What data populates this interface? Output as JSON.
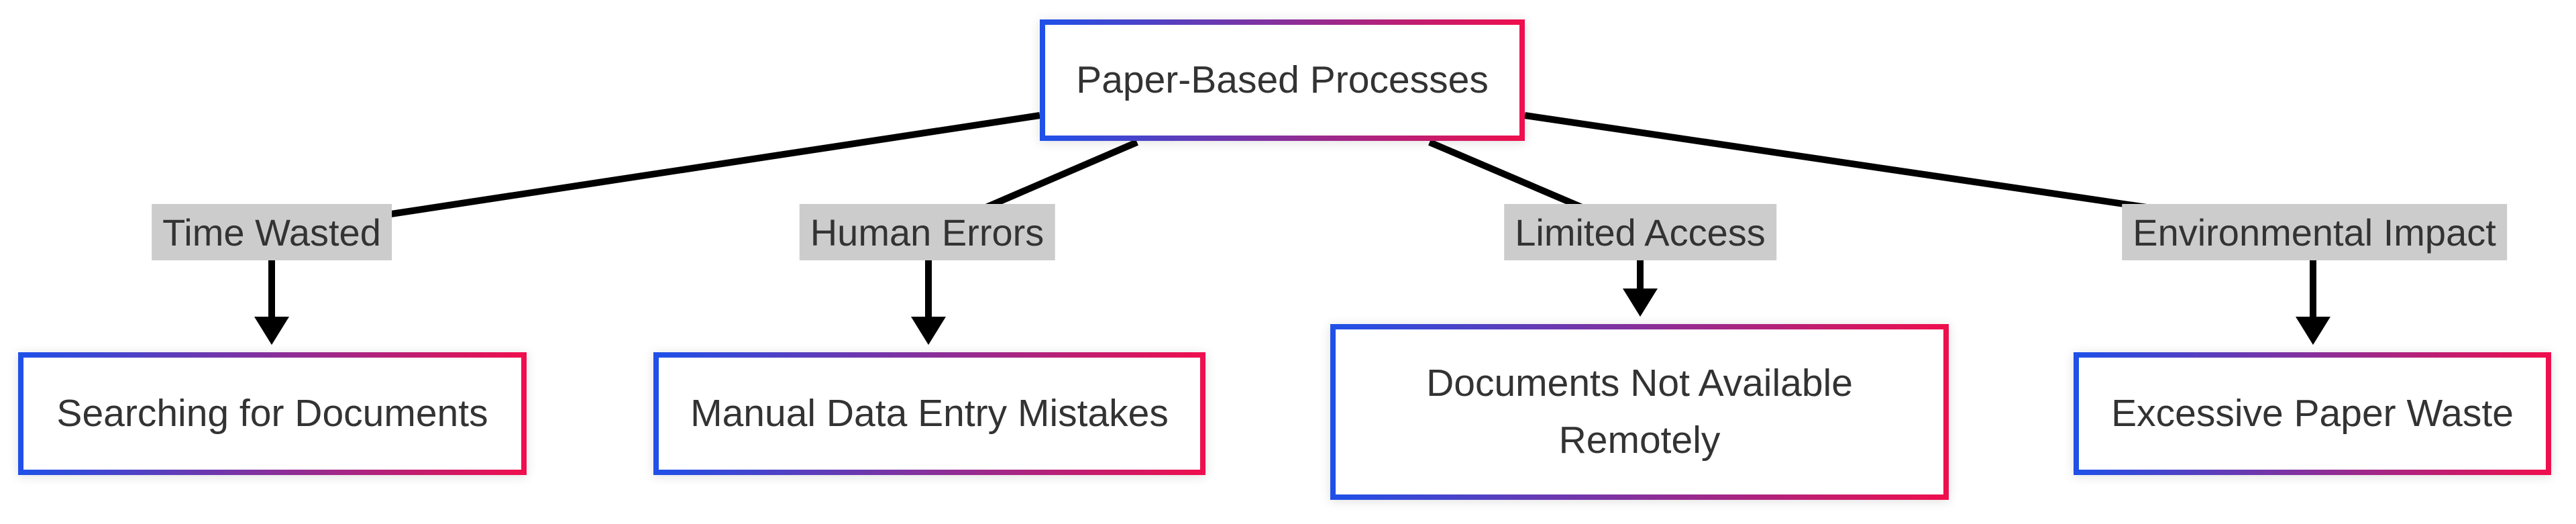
{
  "diagram": {
    "type": "flowchart-top-down",
    "root": {
      "label": "Paper-Based Processes"
    },
    "branches": [
      {
        "edge_label": "Time Wasted",
        "node_label": "Searching for Documents"
      },
      {
        "edge_label": "Human Errors",
        "node_label": "Manual Data Entry Mistakes"
      },
      {
        "edge_label": "Limited Access",
        "node_label": "Documents Not Available Remotely"
      },
      {
        "edge_label": "Environmental Impact",
        "node_label": "Excessive Paper Waste"
      }
    ],
    "colors": {
      "node_border_gradient_start": "#2050e8",
      "node_border_gradient_end": "#ee0f4e",
      "edge_label_background": "#cccccc",
      "text": "#333333",
      "line": "#000000",
      "node_fill": "#ffffff",
      "page_background": "#ffffff"
    }
  }
}
